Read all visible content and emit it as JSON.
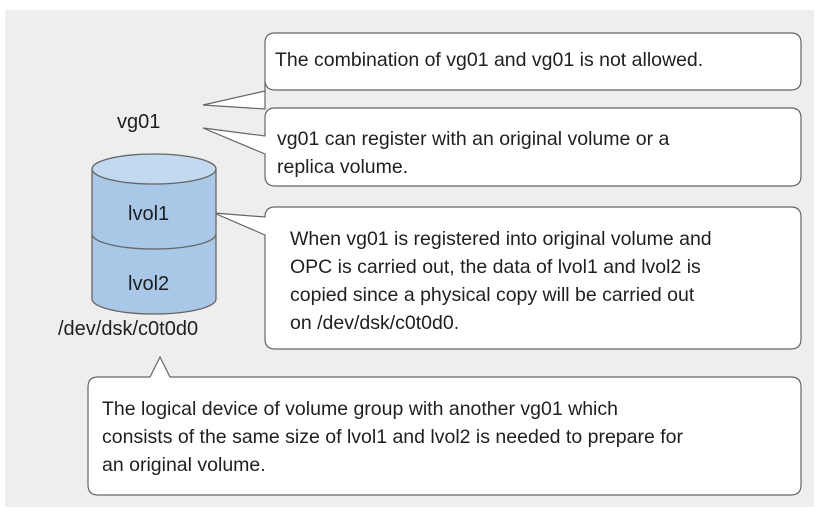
{
  "diagram": {
    "volume_group_label": "vg01",
    "logical_volumes": [
      "lvol1",
      "lvol2"
    ],
    "device_label": "/dev/dsk/c0t0d0",
    "callouts": [
      {
        "id": "combination",
        "text": "The combination of vg01 and vg01 is not allowed."
      },
      {
        "id": "register",
        "text": "vg01 can register with an original volume or a\nreplica volume."
      },
      {
        "id": "opc",
        "text": "When vg01 is registered into original volume and\nOPC is carried out, the data of lvol1 and lvol2 is\ncopied since a physical copy will be carried out\non /dev/dsk/c0t0d0."
      },
      {
        "id": "logical-device",
        "text": "The logical device of volume group with another vg01 which\nconsists of the same size of lvol1 and lvol2 is needed to prepare for\nan original volume."
      }
    ],
    "colors": {
      "background": "#eeeeee",
      "volume_fill": "#a9c7e6",
      "volume_top": "#c3d9ef",
      "outline": "#666666",
      "callout_fill": "#ffffff",
      "text": "#1f1f1f"
    }
  }
}
